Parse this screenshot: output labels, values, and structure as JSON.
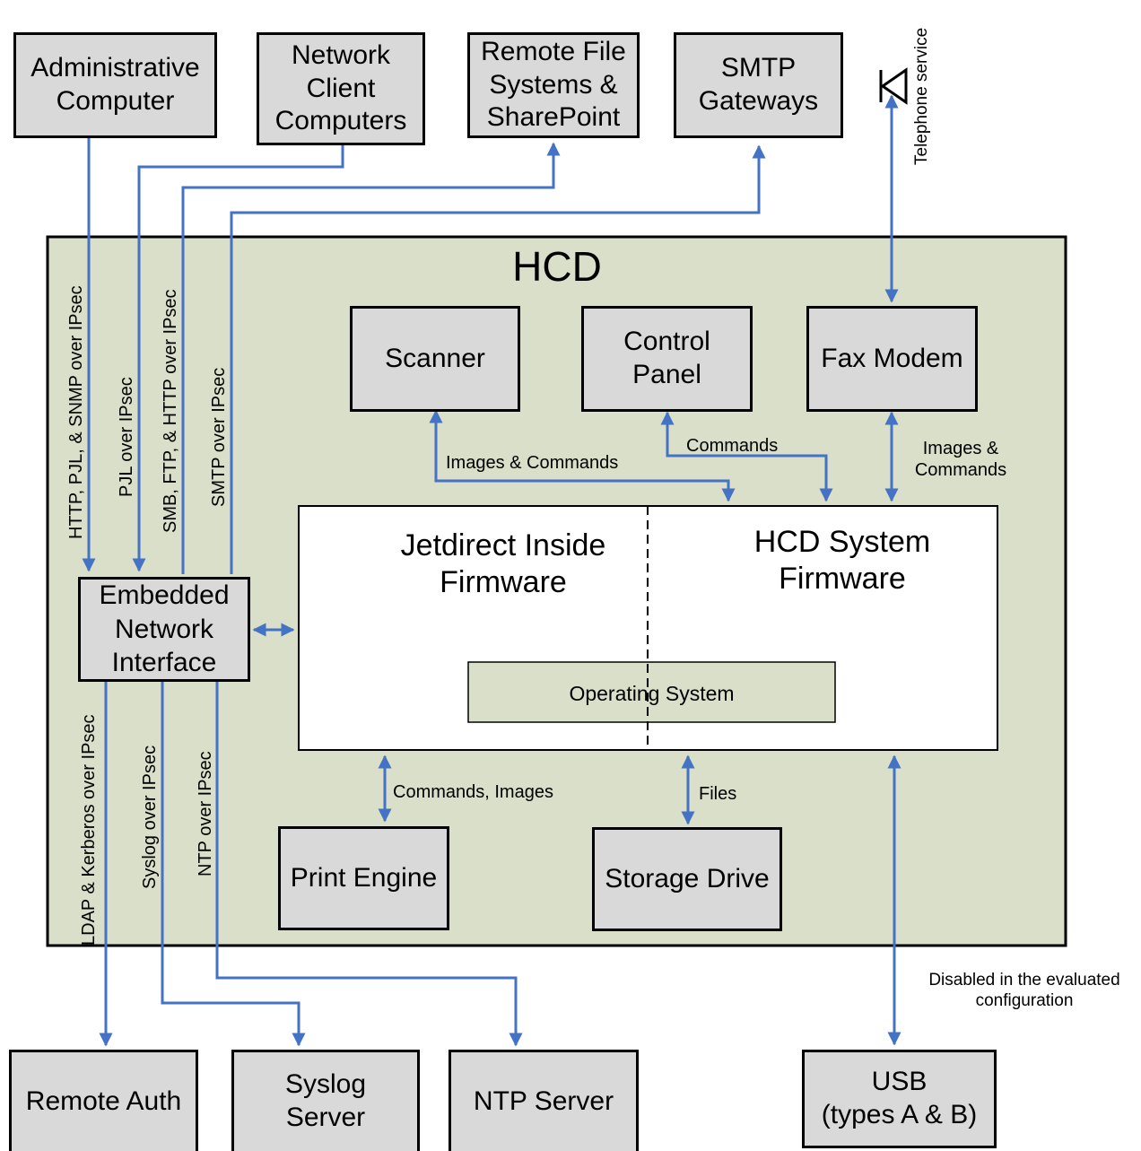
{
  "external_top": {
    "admin": [
      "Administrative",
      "Computer"
    ],
    "clients": [
      "Network",
      "Client",
      "Computers"
    ],
    "remote_fs": [
      "Remote File",
      "Systems &",
      "SharePoint"
    ],
    "smtp": [
      "SMTP",
      "Gateways"
    ],
    "telephone": "Telephone service"
  },
  "hcd": {
    "title": "HCD",
    "scanner": "Scanner",
    "control_panel": [
      "Control",
      "Panel"
    ],
    "fax_modem": "Fax Modem",
    "eni": [
      "Embedded",
      "Network",
      "Interface"
    ],
    "jetdirect": [
      "Jetdirect Inside",
      "Firmware"
    ],
    "system_fw": [
      "HCD System",
      "Firmware"
    ],
    "os": "Operating System",
    "print_engine": "Print Engine",
    "storage_drive": "Storage Drive"
  },
  "flows": {
    "scanner": "Images & Commands",
    "control_panel": "Commands",
    "fax": [
      "Images &",
      "Commands"
    ],
    "print_engine": "Commands, Images",
    "storage": "Files",
    "admin": "HTTP, PJL, & SNMP over IPsec",
    "clients": "PJL over IPsec",
    "remote_fs": "SMB, FTP, & HTTP over IPsec",
    "smtp": "SMTP over IPsec",
    "remote_auth": "LDAP & Kerberos over IPsec",
    "syslog": "Syslog over IPsec",
    "ntp": "NTP over IPsec",
    "usb_note": [
      "Disabled in the evaluated",
      "configuration"
    ]
  },
  "external_bottom": {
    "remote_auth": "Remote Auth",
    "syslog": [
      "Syslog",
      "Server"
    ],
    "ntp": "NTP Server",
    "usb": [
      "USB",
      "(types A & B)"
    ]
  },
  "colors": {
    "hcd_fill": "#d9dfc8",
    "box_fill": "#d9d9d9",
    "arrow": "#4472c4",
    "os_fill": "#d9dfc8"
  }
}
